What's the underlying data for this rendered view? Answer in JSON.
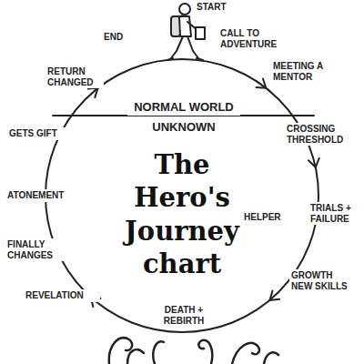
{
  "diagram": {
    "title": "The Hero's Journey chart",
    "labels": [
      "START",
      "CALL TO ADVENTURE",
      "END",
      "MEETING A MENTOR",
      "RETURN CHANGED",
      "NORMAL WORLD",
      "UNKNOWN",
      "GETS GIFT",
      "CROSSING THRESHOLD",
      "ATONEMENT",
      "HELPER",
      "TRIALS + FAILURE",
      "FINALLY CHANGES",
      "GROWTH NEW SKILLS",
      "REVELATION",
      "DEATH + REBIRTH"
    ]
  }
}
